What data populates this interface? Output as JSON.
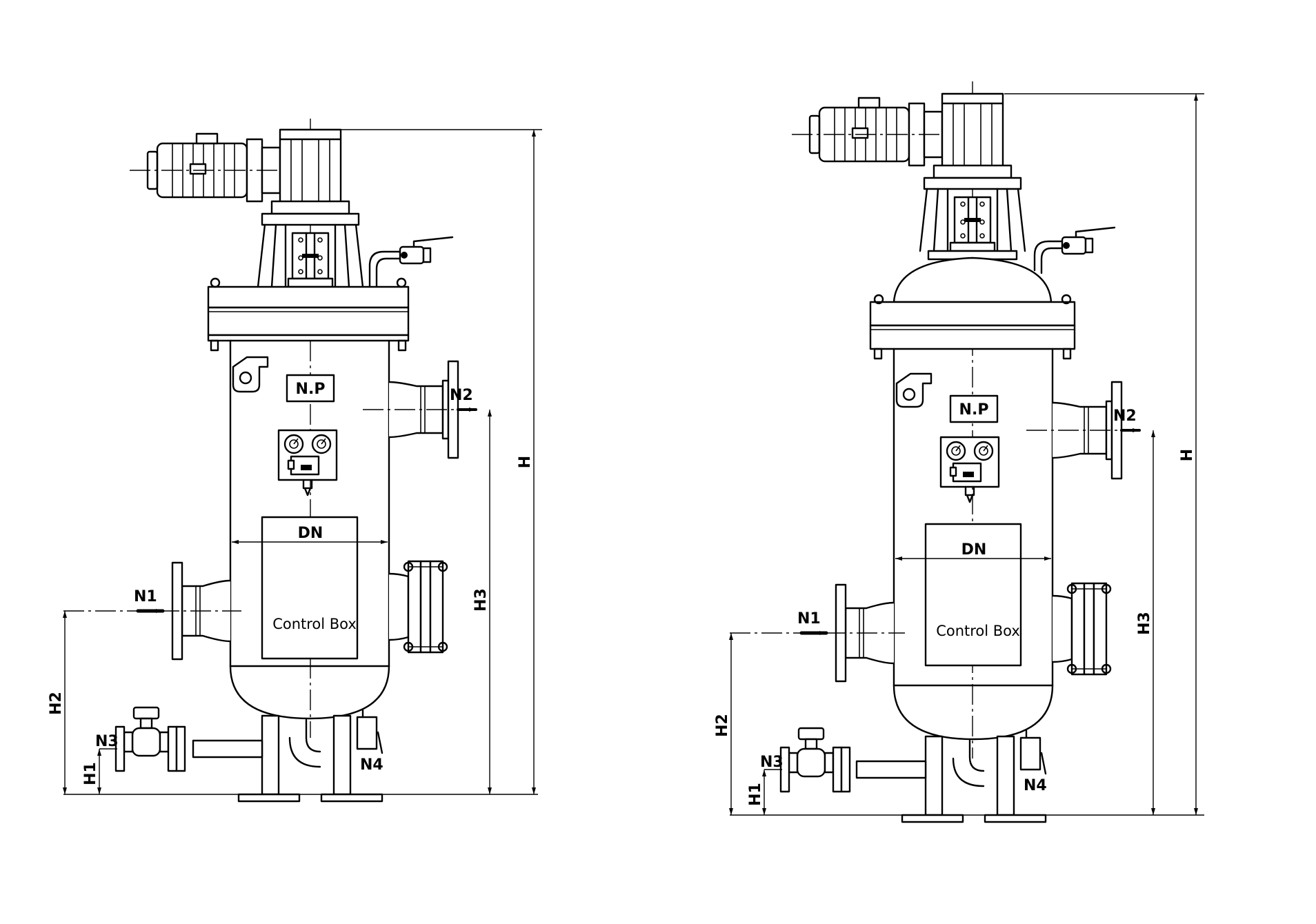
{
  "labels": {
    "name_plate": "N.P",
    "diameter": "DN",
    "control_box": "Control Box",
    "n1": "N1",
    "n2": "N2",
    "n3": "N3",
    "n4": "N4",
    "h": "H",
    "h1": "H1",
    "h2": "H2",
    "h3": "H3"
  }
}
